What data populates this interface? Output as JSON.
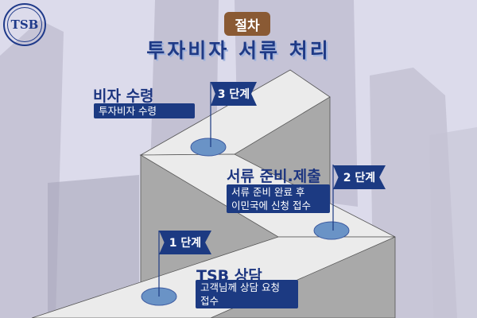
{
  "logo": {
    "text": "TSB"
  },
  "header": {
    "badge": "절차",
    "title": "투자비자 서류 처리"
  },
  "steps": [
    {
      "flag": "1 단계",
      "title": "TSB 상담",
      "desc_lines": [
        "고객님께 상담 요청",
        "접수"
      ]
    },
    {
      "flag": "2 단계",
      "title": "서류 준비.제출",
      "desc_lines": [
        "서류 준비 완료 후",
        "이민국에 신청 접수"
      ]
    },
    {
      "flag": "3 단계",
      "title": "비자 수령",
      "desc_lines": [
        "투자비자 수령"
      ]
    }
  ],
  "colors": {
    "navy": "#1c3a82",
    "brown": "#8a5a34",
    "stair_light": "#ebebeb",
    "stair_gray": "#a9a9a9",
    "marker": "#6a93c6"
  }
}
